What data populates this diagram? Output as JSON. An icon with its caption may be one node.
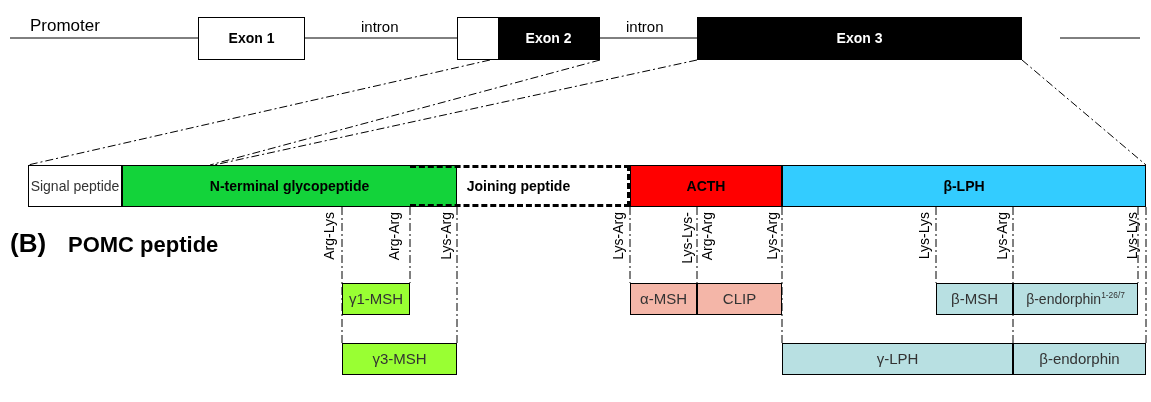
{
  "diagram": {
    "nodes": [
      {
        "text": [
          "Exon 1"
        ]
      },
      {
        "text": [
          "Exon 2"
        ]
      },
      {
        "text": [
          "Exon 3"
        ]
      },
      {
        "text": [
          "Signal peptide"
        ]
      },
      {
        "text": [
          "N-terminal glycopeptide"
        ]
      },
      {
        "text": [
          "Joining peptide"
        ]
      },
      {
        "text": [
          "ACTH"
        ]
      },
      {
        "text": [
          "β-LPH"
        ]
      },
      {
        "text": [
          "γ1-MSH"
        ]
      },
      {
        "text": [
          "α-MSH"
        ]
      },
      {
        "text": [
          "CLIP"
        ]
      },
      {
        "text": [
          "β-MSH"
        ]
      },
      {
        "text": [
          "β-endorphin$^{1-26/7}$"
        ]
      },
      {
        "text": [
          "γ3-MSH"
        ]
      },
      {
        "text": [
          "γ-LPH"
        ]
      },
      {
        "text": [
          "β-endorphin"
        ]
      }
    ],
    "edges": [
      {
        "from": 1,
        "to": 3,
        "arrow": "none",
        "style": "dashed"
      },
      {
        "from": 1,
        "to": 4,
        "arrow": "none",
        "style": "dashed"
      },
      {
        "from": 2,
        "to": 4,
        "arrow": "none",
        "style": "dashed"
      },
      {
        "from": 2,
        "to": 7,
        "arrow": "none",
        "style": "dashed"
      },
      {
        "from": 4,
        "to": 13,
        "arrow": "none",
        "style": "dashed"
      },
      {
        "from": 5,
        "to": 8,
        "arrow": "none",
        "style": "dashed"
      },
      {
        "from": 5,
        "to": 13,
        "arrow": "none",
        "style": "dashed"
      },
      {
        "from": 6,
        "to": 9,
        "arrow": "none",
        "style": "dashed"
      },
      {
        "from": 6,
        "to": 10,
        "arrow": "none",
        "style": "dashed"
      },
      {
        "from": 7,
        "to": 14,
        "arrow": "none",
        "style": "dashed"
      },
      {
        "from": 7,
        "to": 11,
        "arrow": "none",
        "style": "dashed"
      },
      {
        "from": 7,
        "to": 15,
        "arrow": "none",
        "style": "dashed"
      },
      {
        "from": 7,
        "to": 12,
        "arrow": "none",
        "style": "dashed"
      },
      {
        "from": 7,
        "to": 15,
        "arrow": "none",
        "style": "dashed"
      }
    ],
    "labels": [
      "Promoter",
      "intron",
      "intron",
      "(B)",
      "POMC peptide",
      "Arg-Lys",
      "Arg-Arg",
      "Lys-Arg",
      "Lys-Arg",
      "Lys-Lys-",
      "Arg-Arg",
      "Lys-Arg",
      "Lys-Lys",
      "Lys-Arg",
      "Lys-Lys"
    ]
  }
}
